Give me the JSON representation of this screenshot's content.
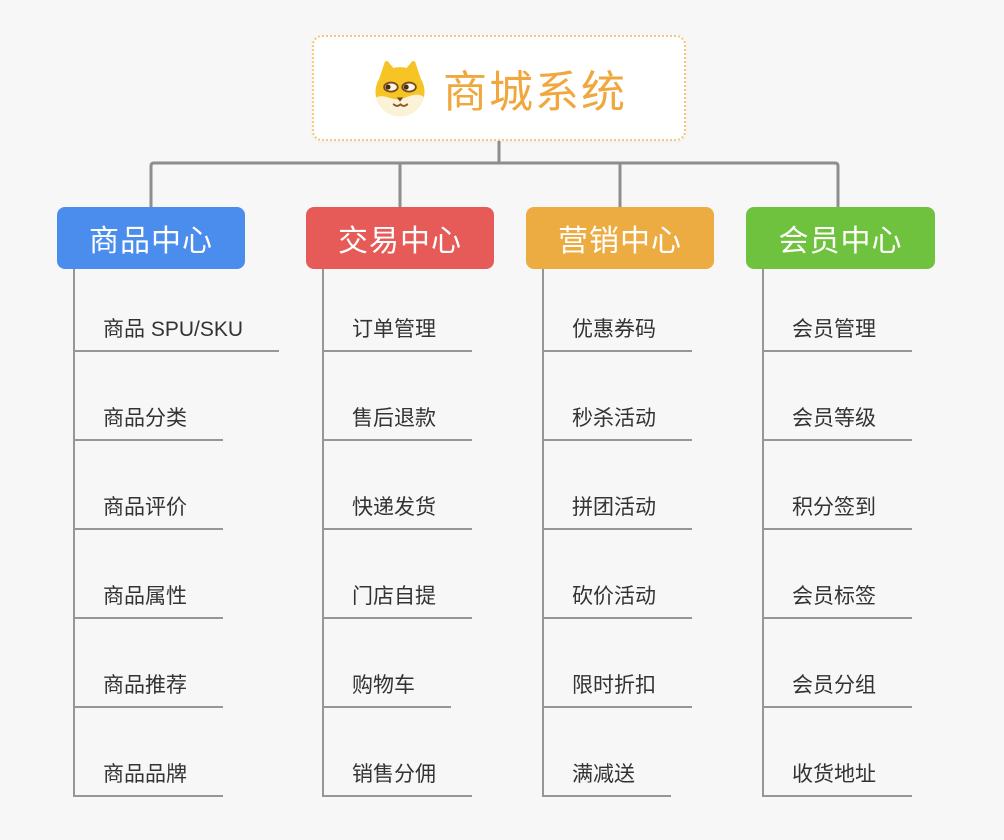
{
  "canvas": {
    "background_color": "#F7F7F7"
  },
  "root": {
    "title": "商城系统",
    "icon": "shiba-dog-icon",
    "title_color": "#F0A73E",
    "border_color": "#F5C57C"
  },
  "connectors": {
    "tree_line_color": "#8E8E8E",
    "branch_line_color": "#969696"
  },
  "branches": [
    {
      "label": "商品中心",
      "color": "#4A8DED",
      "children": [
        "商品 SPU/SKU",
        "商品分类",
        "商品评价",
        "商品属性",
        "商品推荐",
        "商品品牌"
      ]
    },
    {
      "label": "交易中心",
      "color": "#E65A57",
      "children": [
        "订单管理",
        "售后退款",
        "快递发货",
        "门店自提",
        "购物车",
        "销售分佣"
      ]
    },
    {
      "label": "营销中心",
      "color": "#EDAC41",
      "children": [
        "优惠券码",
        "秒杀活动",
        "拼团活动",
        "砍价活动",
        "限时折扣",
        "满减送"
      ]
    },
    {
      "label": "会员中心",
      "color": "#6FC23D",
      "children": [
        "会员管理",
        "会员等级",
        "积分签到",
        "会员标签",
        "会员分组",
        "收货地址"
      ]
    }
  ]
}
